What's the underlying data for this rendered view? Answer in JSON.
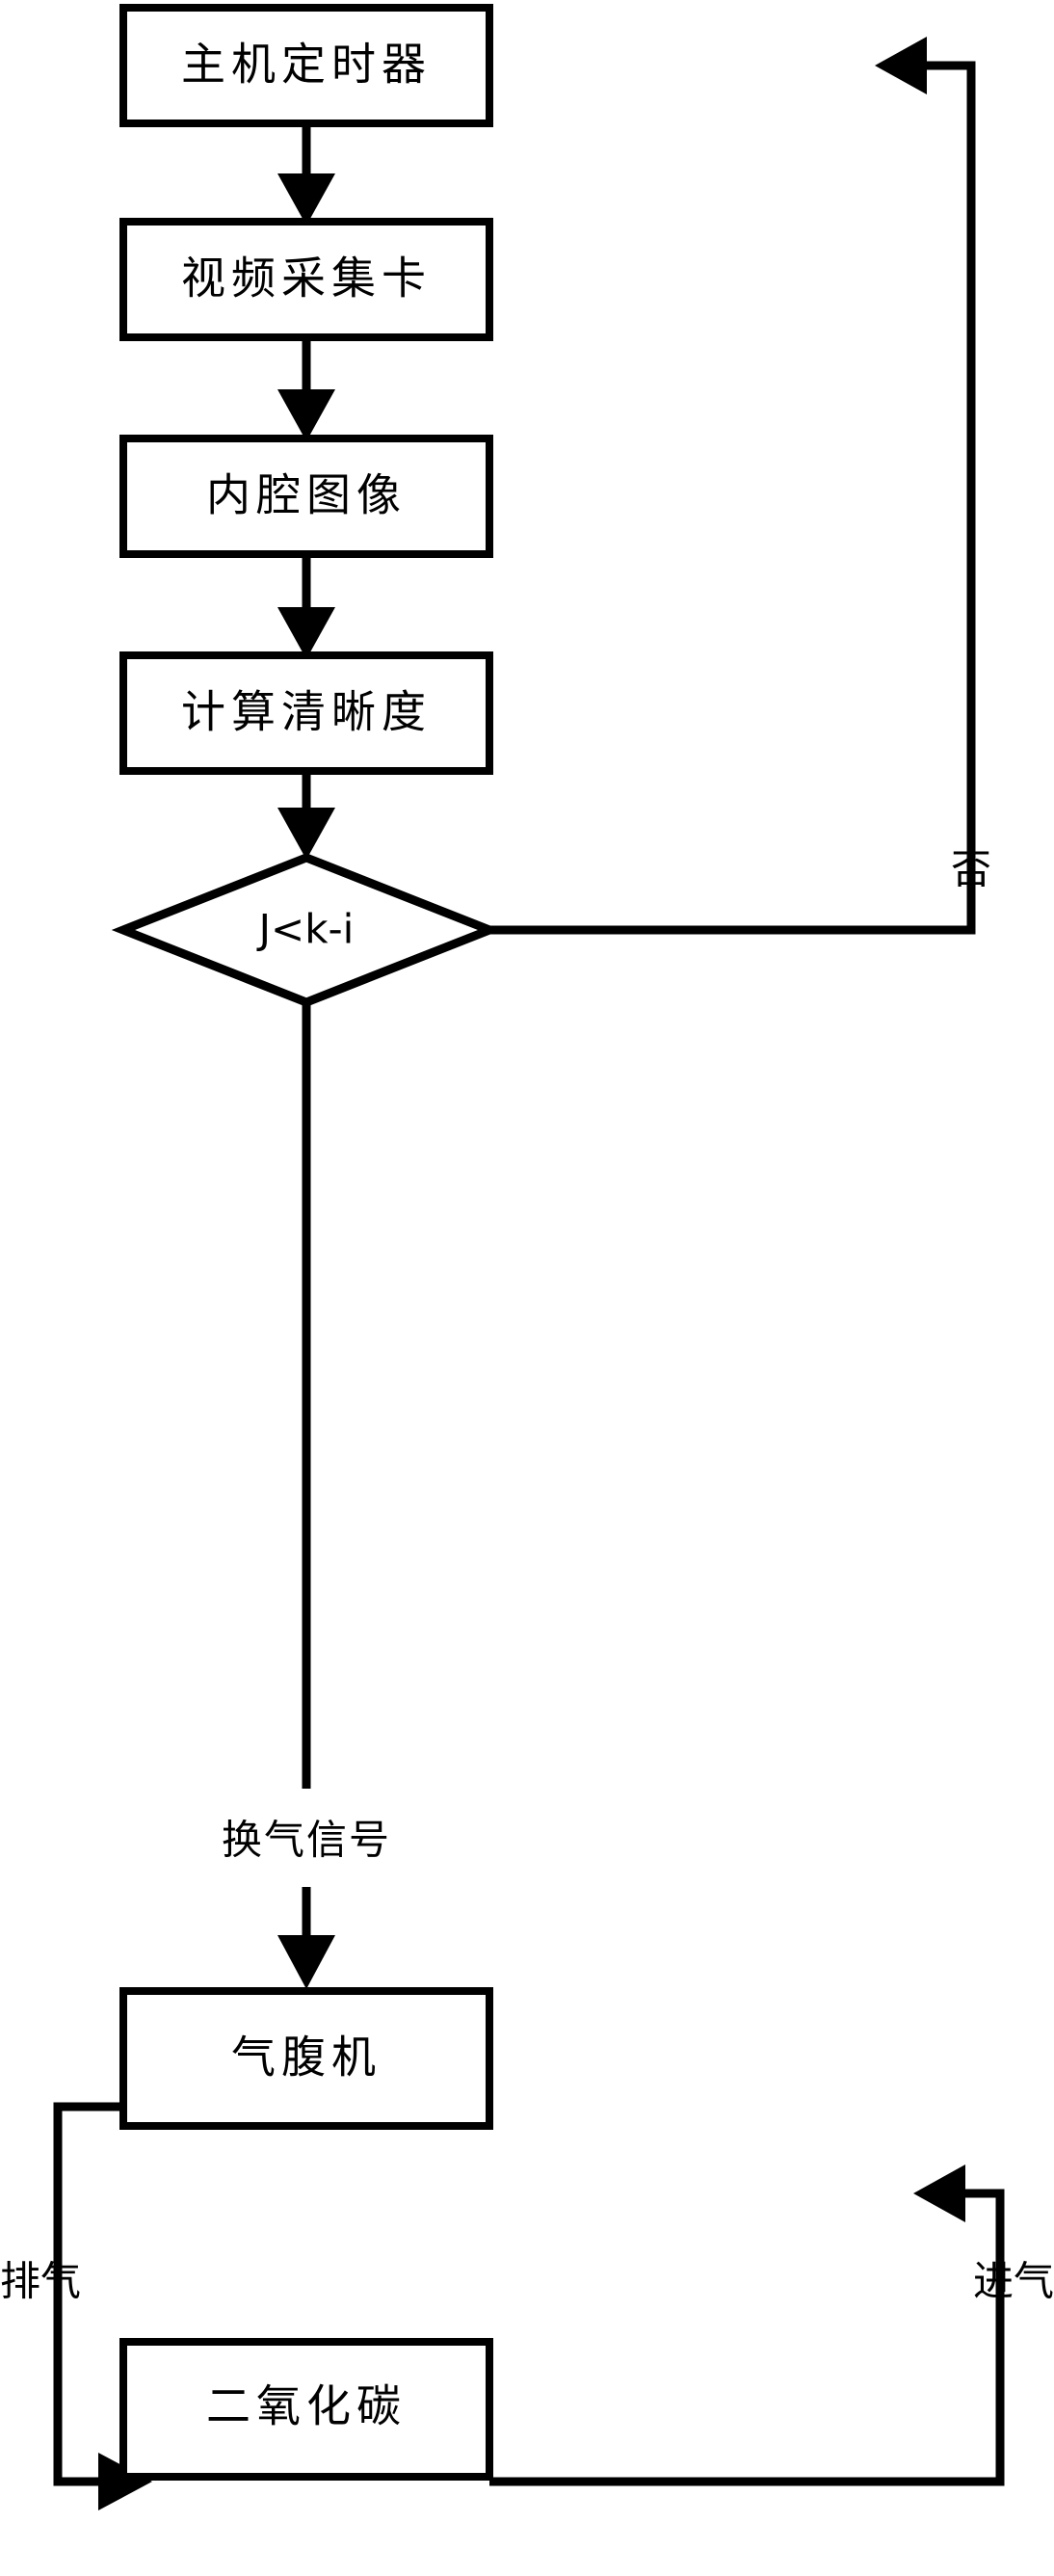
{
  "diagram": {
    "type": "flowchart",
    "title": "",
    "orientation": "vertical",
    "background_color": "#ffffff",
    "line_color": "#000000",
    "text_color": "#000000",
    "nodes": [
      {
        "id": "host_timer",
        "shape": "rectangle",
        "label": "主机定时器"
      },
      {
        "id": "capture_card",
        "shape": "rectangle",
        "label": "视频采集卡"
      },
      {
        "id": "lumen_image",
        "shape": "rectangle",
        "label": "内腔图像"
      },
      {
        "id": "calc_clarity",
        "shape": "rectangle",
        "label": "计算清晰度"
      },
      {
        "id": "decision",
        "shape": "diamond",
        "label": "J<k-i"
      },
      {
        "id": "insufflator",
        "shape": "rectangle",
        "label": "气腹机"
      },
      {
        "id": "carbon_dioxide",
        "shape": "rectangle",
        "label": "二氧化碳"
      }
    ],
    "edge_labels": {
      "no_branch": "否",
      "vent_signal": "换气信号",
      "exhaust": "排气",
      "intake": "进气"
    }
  }
}
